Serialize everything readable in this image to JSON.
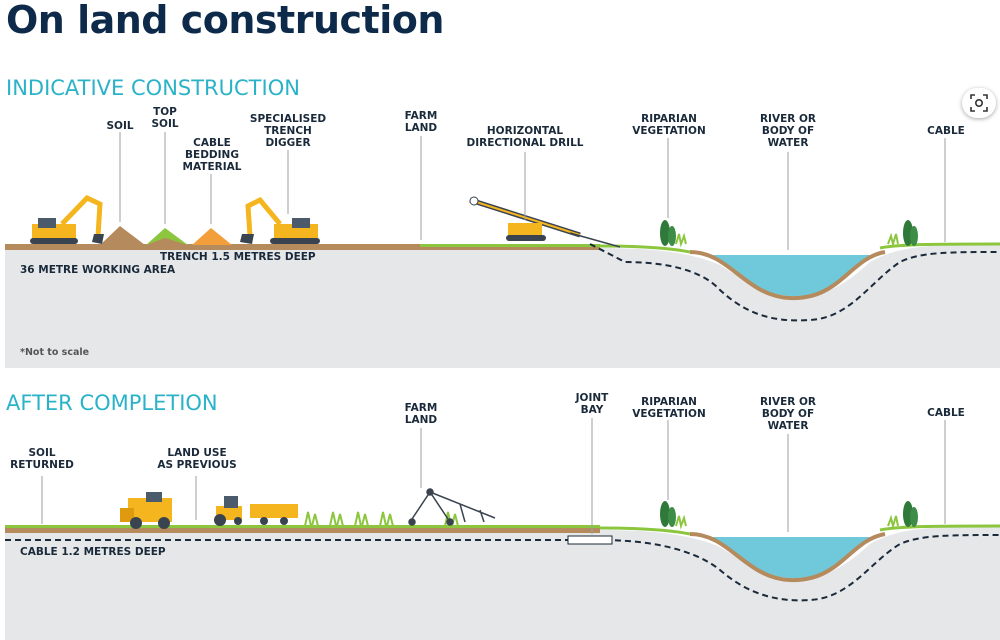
{
  "title": "On land construction",
  "sections": {
    "top": "INDICATIVE CONSTRUCTION",
    "bottom": "AFTER COMPLETION"
  },
  "top_labels": {
    "soil": "SOIL",
    "top_soil": "TOP\nSOIL",
    "cable_bedding": "CABLE\nBEDDING\nMATERIAL",
    "trench_digger": "SPECIALISED\nTRENCH\nDIGGER",
    "farm_land": "FARM\nLAND",
    "hdd": "HORIZONTAL\nDIRECTIONAL DRILL",
    "riparian": "RIPARIAN\nVEGETATION",
    "river": "RIVER OR\nBODY OF\nWATER",
    "cable": "CABLE",
    "trench_depth": "TRENCH 1.5 METRES DEEP",
    "working_area": "36 METRE WORKING AREA",
    "not_to_scale": "*Not to scale"
  },
  "bottom_labels": {
    "soil_returned": "SOIL\nRETURNED",
    "land_use": "LAND USE\nAS PREVIOUS",
    "farm_land": "FARM\nLAND",
    "joint_bay": "JOINT\nBAY",
    "riparian": "RIPARIAN\nVEGETATION",
    "river": "RIVER OR\nBODY OF\nWATER",
    "cable": "CABLE",
    "cable_depth": "CABLE 1.2 METRES DEEP"
  },
  "icons": {
    "lens": "visual-search-icon"
  },
  "colors": {
    "title": "#0d2a4a",
    "section": "#2ab3c8",
    "ground": "#e6e7e9",
    "soil": "#b58a5c",
    "grass": "#8cc63f",
    "water": "#6fc9da",
    "machine": "#f5b51e",
    "cable": "#1b2a3a"
  }
}
